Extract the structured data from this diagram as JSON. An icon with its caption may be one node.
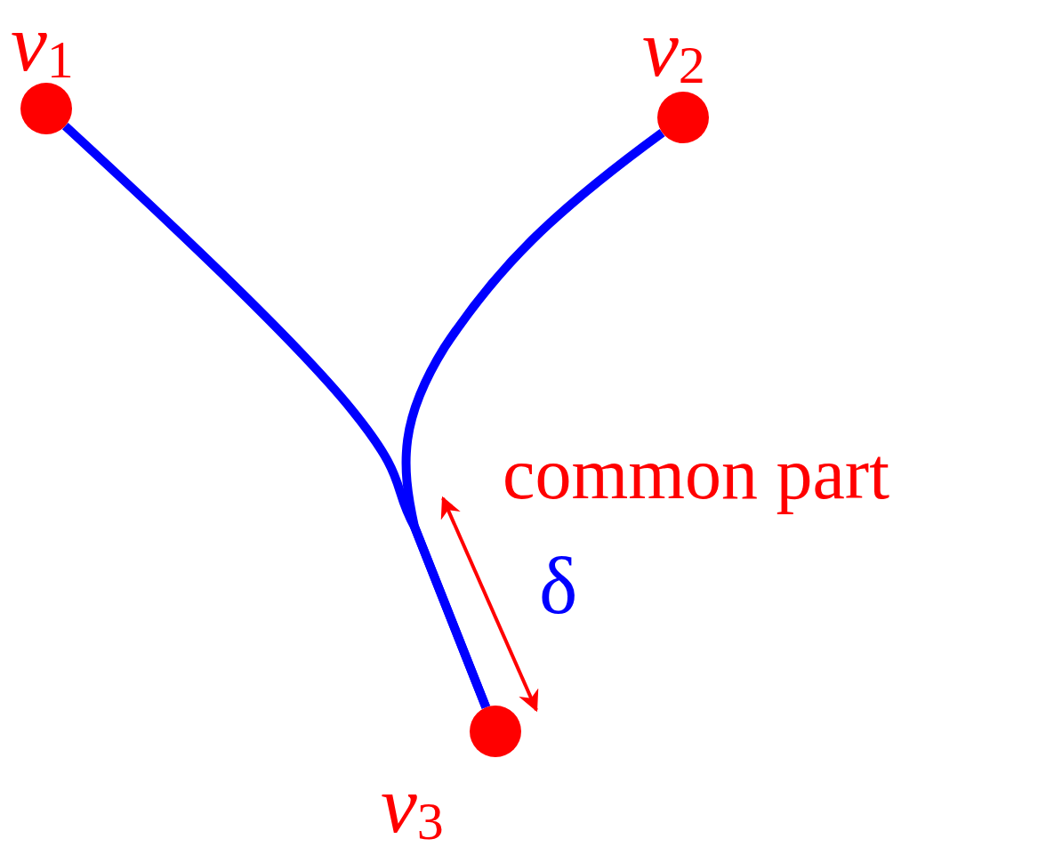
{
  "diagram": {
    "nodes": [
      {
        "text": [],
        "shape": "circle",
        "beside": [
          "*v*$_{1}$"
        ]
      },
      {
        "text": [],
        "shape": "circle",
        "beside": [
          "*v*$_{2}$"
        ]
      },
      {
        "text": [],
        "shape": "circle",
        "beside": [
          "*v*$_{3}$"
        ]
      }
    ],
    "edges": [
      {
        "from": 0,
        "to": 2,
        "arrow": "none"
      },
      {
        "from": 1,
        "to": 2,
        "arrow": "none"
      }
    ],
    "labels": [
      "common part",
      "δ"
    ]
  }
}
